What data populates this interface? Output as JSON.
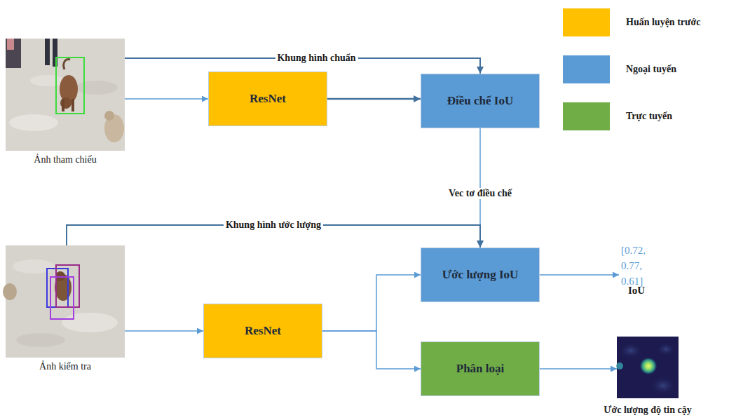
{
  "diagram": {
    "nodes": [
      {
        "text": [
          "Ảnh tham chiếu"
        ]
      },
      {
        "text": [
          "ResNet"
        ]
      },
      {
        "text": [
          "Điều chế IoU"
        ]
      },
      {
        "text": [
          "Ảnh kiểm tra"
        ]
      },
      {
        "text": [
          "Ước lượng IoU"
        ]
      },
      {
        "text": [
          "ResNet"
        ]
      },
      {
        "text": [
          "Phân loại"
        ]
      },
      {
        "text": [
          "Ước lượng độ tin cậy"
        ]
      }
    ],
    "edges": [
      {
        "from": 0,
        "to": 1,
        "arrow": "to"
      },
      {
        "from": 1,
        "to": 2,
        "arrow": "to"
      },
      {
        "from": 0,
        "to": 2,
        "label": "Khung hình chuẩn",
        "arrow": "to"
      },
      {
        "from": 2,
        "to": 4,
        "label": "Vec tơ điều chế",
        "arrow": "to"
      },
      {
        "from": 3,
        "to": 4,
        "label": "Khung hình ước lượng",
        "arrow": "to"
      },
      {
        "from": 3,
        "to": 5,
        "arrow": "to"
      },
      {
        "from": 5,
        "to": 4,
        "arrow": "to"
      },
      {
        "from": 5,
        "to": 6,
        "arrow": "to"
      },
      {
        "from": 6,
        "to": 7,
        "arrow": "to"
      }
    ],
    "labels": [
      "[0.72, 0.77, 0.61]",
      "IoU"
    ],
    "legend": [
      {
        "text": "Huấn luyện trước",
        "color": "#FFC000"
      },
      {
        "text": "Ngoại tuyến",
        "color": "#5B9BD5"
      },
      {
        "text": "Trực tuyến",
        "color": "#70AD47"
      }
    ]
  }
}
